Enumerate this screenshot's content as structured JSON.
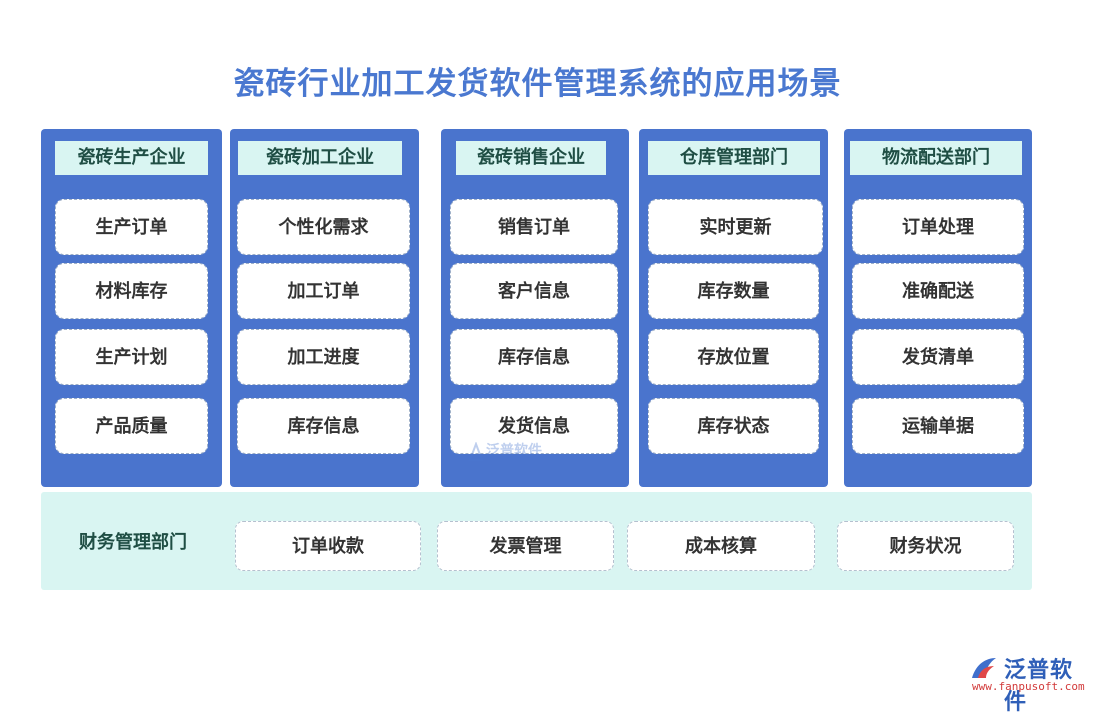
{
  "title": "瓷砖行业加工发货软件管理系统的应用场景",
  "columns": [
    {
      "header": "瓷砖生产企业",
      "items": [
        "生产订单",
        "材料库存",
        "生产计划",
        "产品质量"
      ]
    },
    {
      "header": "瓷砖加工企业",
      "items": [
        "个性化需求",
        "加工订单",
        "加工进度",
        "库存信息"
      ]
    },
    {
      "header": "瓷砖销售企业",
      "items": [
        "销售订单",
        "客户信息",
        "库存信息",
        "发货信息"
      ]
    },
    {
      "header": "仓库管理部门",
      "items": [
        "实时更新",
        "库存数量",
        "存放位置",
        "库存状态"
      ]
    },
    {
      "header": "物流配送部门",
      "items": [
        "订单处理",
        "准确配送",
        "发货清单",
        "运输单据"
      ]
    }
  ],
  "finance": {
    "label": "财务管理部门",
    "items": [
      "订单收款",
      "发票管理",
      "成本核算",
      "财务状况"
    ]
  },
  "watermark": {
    "text": "泛普软件"
  },
  "logo": {
    "name": "泛普软件",
    "url": "www.fanpusoft.com"
  },
  "colors": {
    "title": "#4a78d0",
    "column_bg": "#4a74cd",
    "header_bg": "#d9f5f2",
    "finance_bg": "#d9f5f2",
    "logo": "#2f5fb8",
    "logo_url": "#d23a3a"
  }
}
